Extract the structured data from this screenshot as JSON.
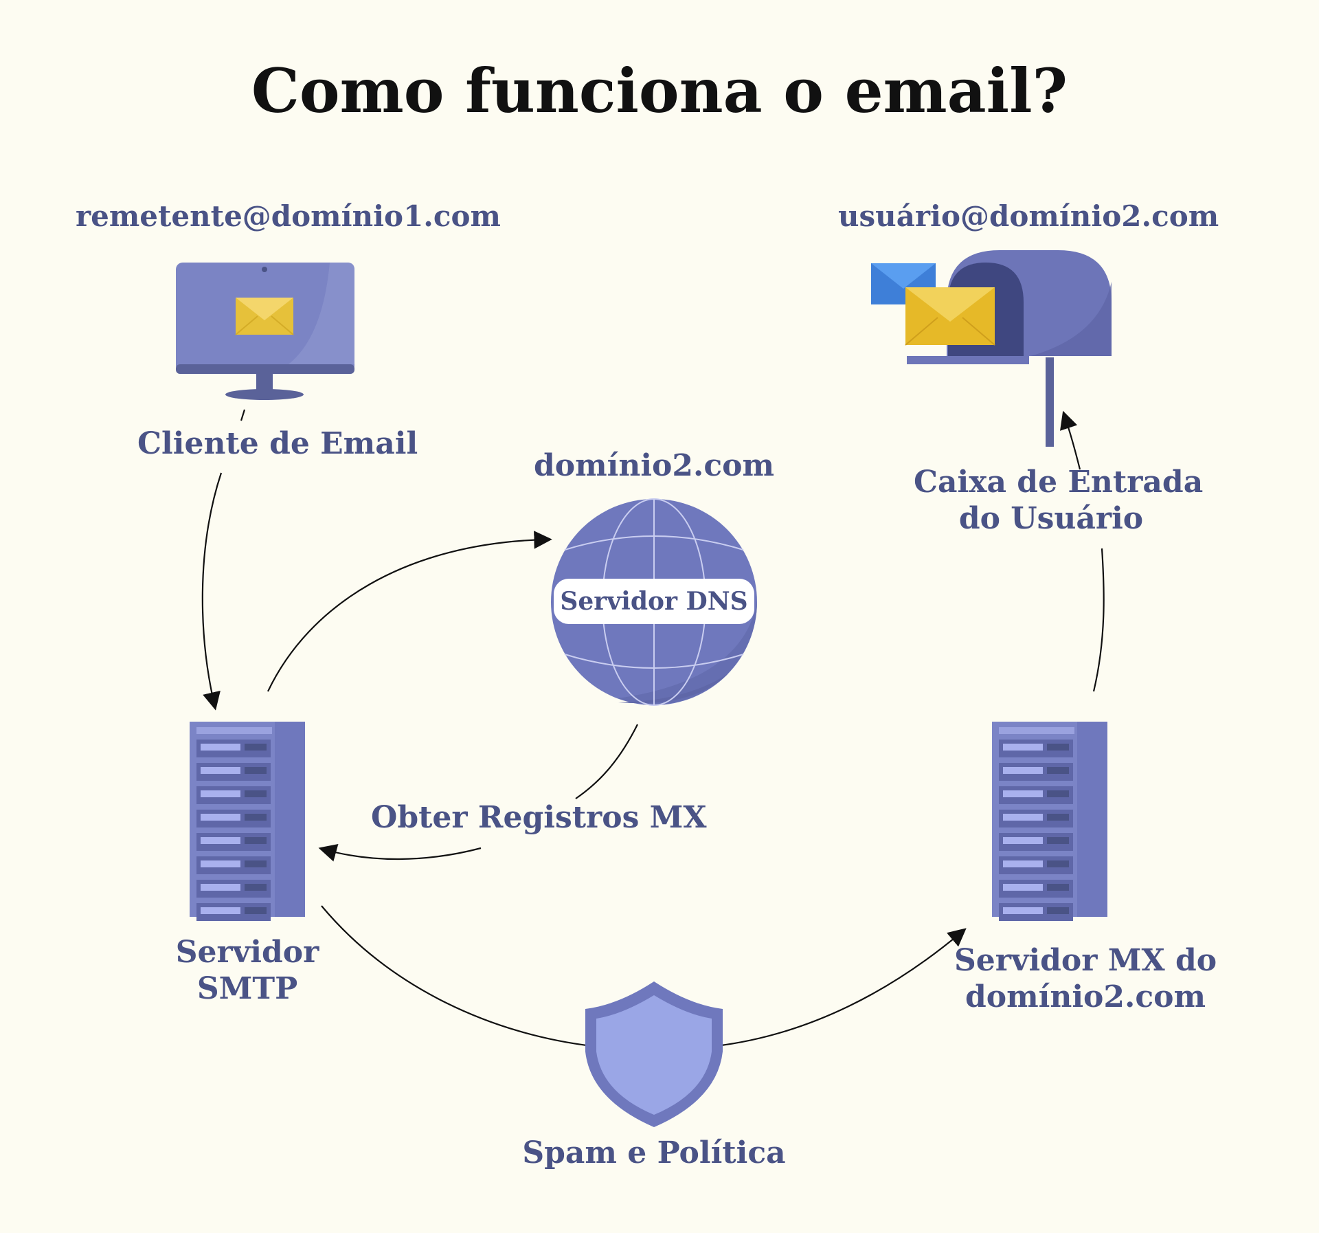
{
  "title": "Como funciona o email?",
  "sender": {
    "address": "remetente@domínio1.com",
    "client_label": "Cliente de Email"
  },
  "recipient": {
    "address": "usuário@domínio2.com",
    "inbox_label_line1": "Caixa de Entrada",
    "inbox_label_line2": "do Usuário"
  },
  "dns": {
    "domain": "domínio2.com",
    "server_label": "Servidor DNS"
  },
  "mx_lookup": {
    "label": "Obter Registros MX"
  },
  "smtp": {
    "label_line1": "Servidor",
    "label_line2": "SMTP"
  },
  "mx_server": {
    "label_line1": "Servidor MX do",
    "label_line2": "domínio2.com"
  },
  "spam": {
    "label": "Spam e Política"
  },
  "colors": {
    "background": "#fdfcf2",
    "primary": "#7179c0",
    "primary_dark": "#4a5386",
    "accent_yellow": "#f2d25b",
    "accent_blue": "#4a8fe7",
    "text_title": "#111111"
  }
}
